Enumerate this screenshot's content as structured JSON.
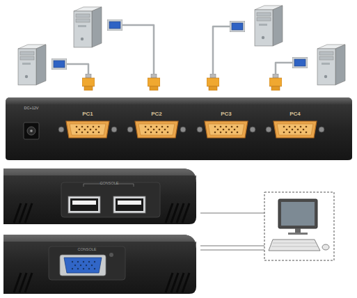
{
  "diagram": {
    "labels": [
      "DC+12V",
      "PC1",
      "PC2",
      "PC3",
      "PC4",
      "CONSOLE",
      "CONSOLE"
    ]
  }
}
